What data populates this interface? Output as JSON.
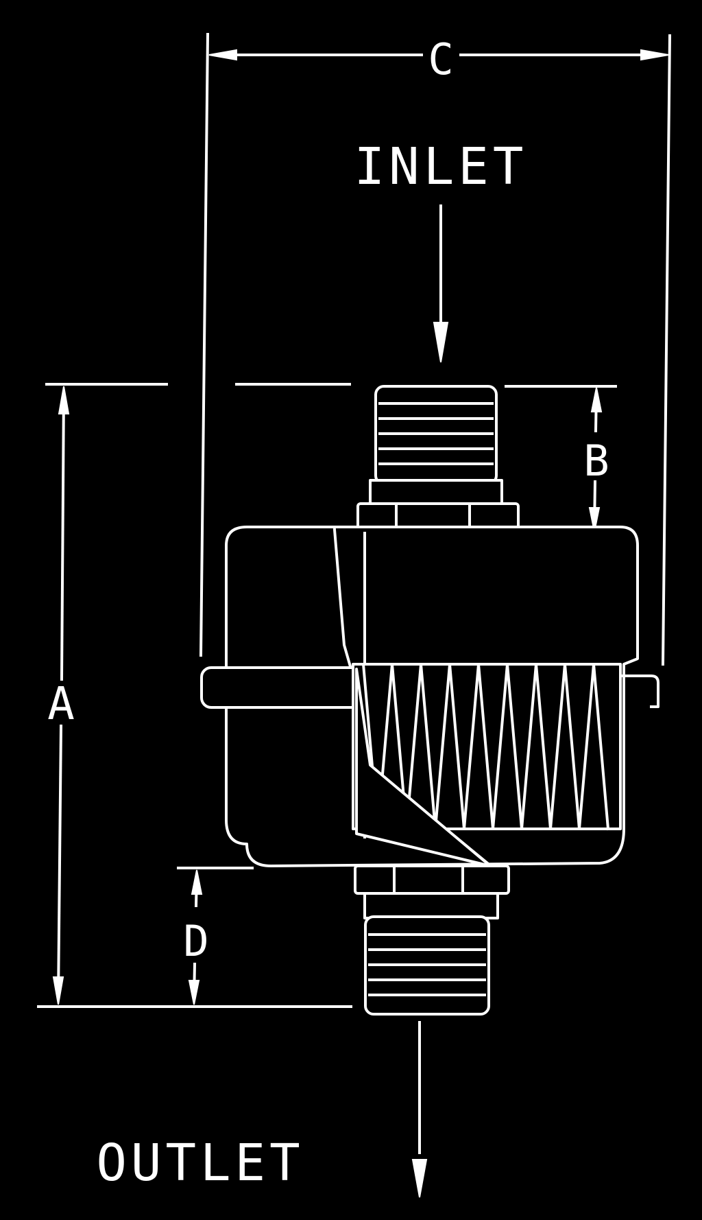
{
  "diagram": {
    "labels": {
      "inlet": "INLET",
      "outlet": "OUTLET",
      "dim_a": "A",
      "dim_b": "B",
      "dim_c": "C",
      "dim_d": "D"
    },
    "colors": {
      "background": "#000000",
      "line": "#ffffff"
    }
  }
}
